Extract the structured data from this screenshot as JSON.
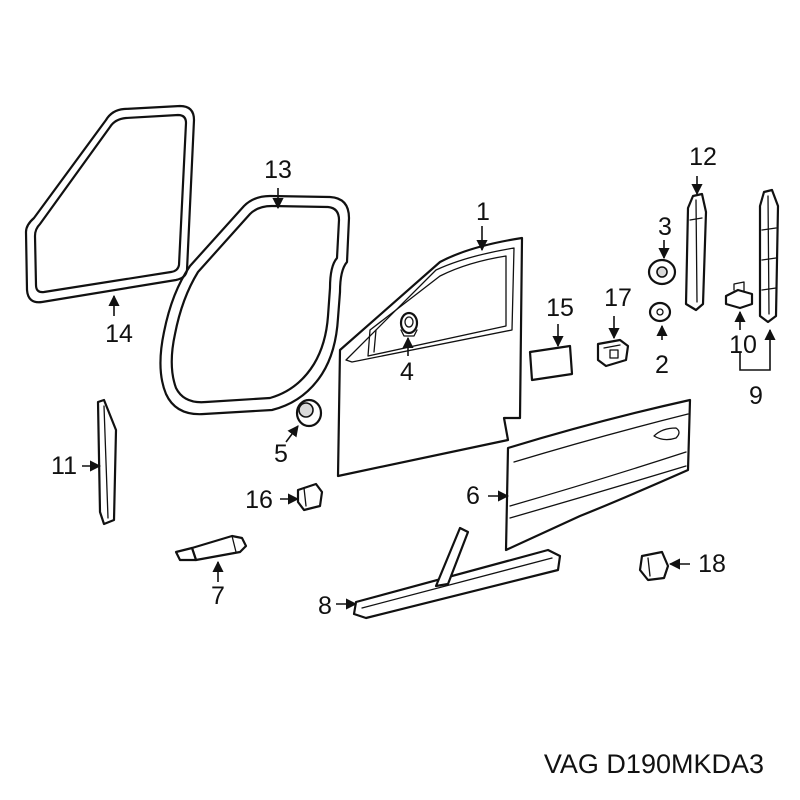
{
  "diagram": {
    "callouts": {
      "c1": "1",
      "c2": "2",
      "c3": "3",
      "c4": "4",
      "c5": "5",
      "c6": "6",
      "c7": "7",
      "c8": "8",
      "c9": "9",
      "c10": "10",
      "c11": "11",
      "c12": "12",
      "c13": "13",
      "c14": "14",
      "c15": "15",
      "c16": "16",
      "c17": "17",
      "c18": "18"
    },
    "footer": "VAG D190MKDA3"
  }
}
